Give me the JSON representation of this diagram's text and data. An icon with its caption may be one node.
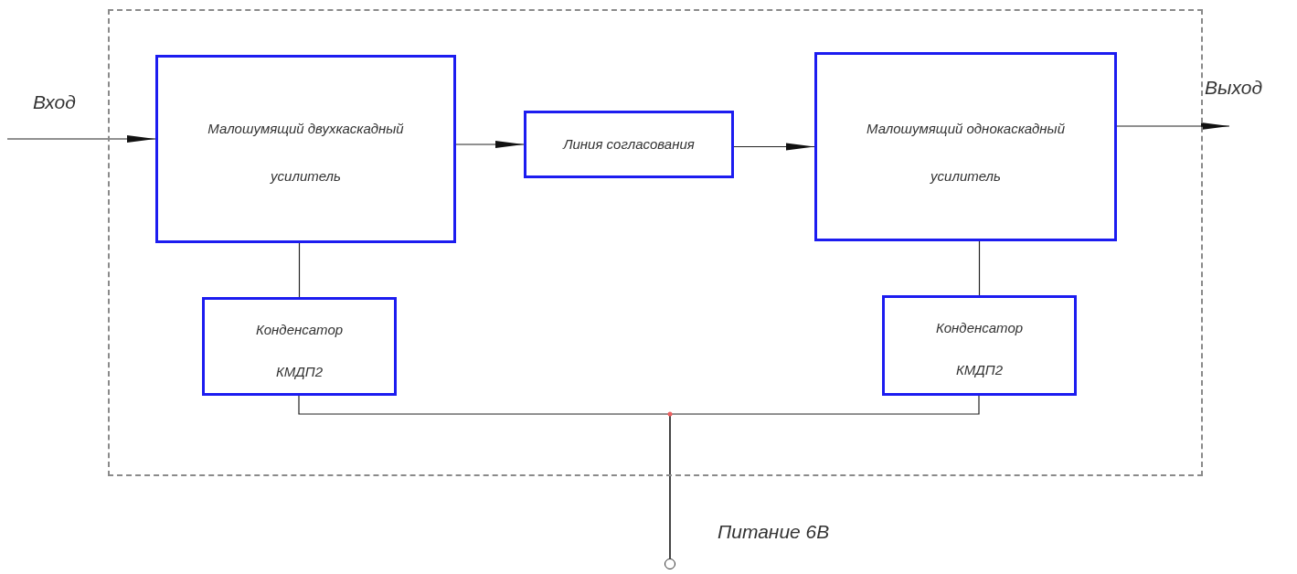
{
  "diagram": {
    "nodes": [
      {
        "text": [],
        "shape": "box"
      },
      {
        "text": [
          "Малошумящий двухкаскадный усилитель"
        ],
        "in": 0
      },
      {
        "text": [
          "Линия согласования"
        ],
        "in": 0
      },
      {
        "text": [
          "Малошумящий однокаскадный усилитель"
        ],
        "in": 0
      },
      {
        "text": [
          "Конденсатор КМДП2"
        ],
        "in": 0
      },
      {
        "text": [
          "Конденсатор КМДП2"
        ],
        "in": 0
      },
      {
        "text": [],
        "shape": "circle",
        "beside": [
          "Питание 6В"
        ]
      }
    ],
    "edges": [
      {
        "from": null,
        "to": 1,
        "arrow": "to",
        "label": "Вход"
      },
      {
        "from": 1,
        "to": 2,
        "arrow": "to"
      },
      {
        "from": 2,
        "to": 3,
        "arrow": "to"
      },
      {
        "from": 3,
        "to": null,
        "arrow": "to",
        "label": "Выход"
      },
      {
        "from": 1,
        "to": 4,
        "arrow": "none"
      },
      {
        "from": 3,
        "to": 5,
        "arrow": "none"
      },
      {
        "from": 4,
        "to": 6,
        "arrow": "none"
      },
      {
        "from": 5,
        "to": 6,
        "arrow": "none"
      }
    ]
  }
}
